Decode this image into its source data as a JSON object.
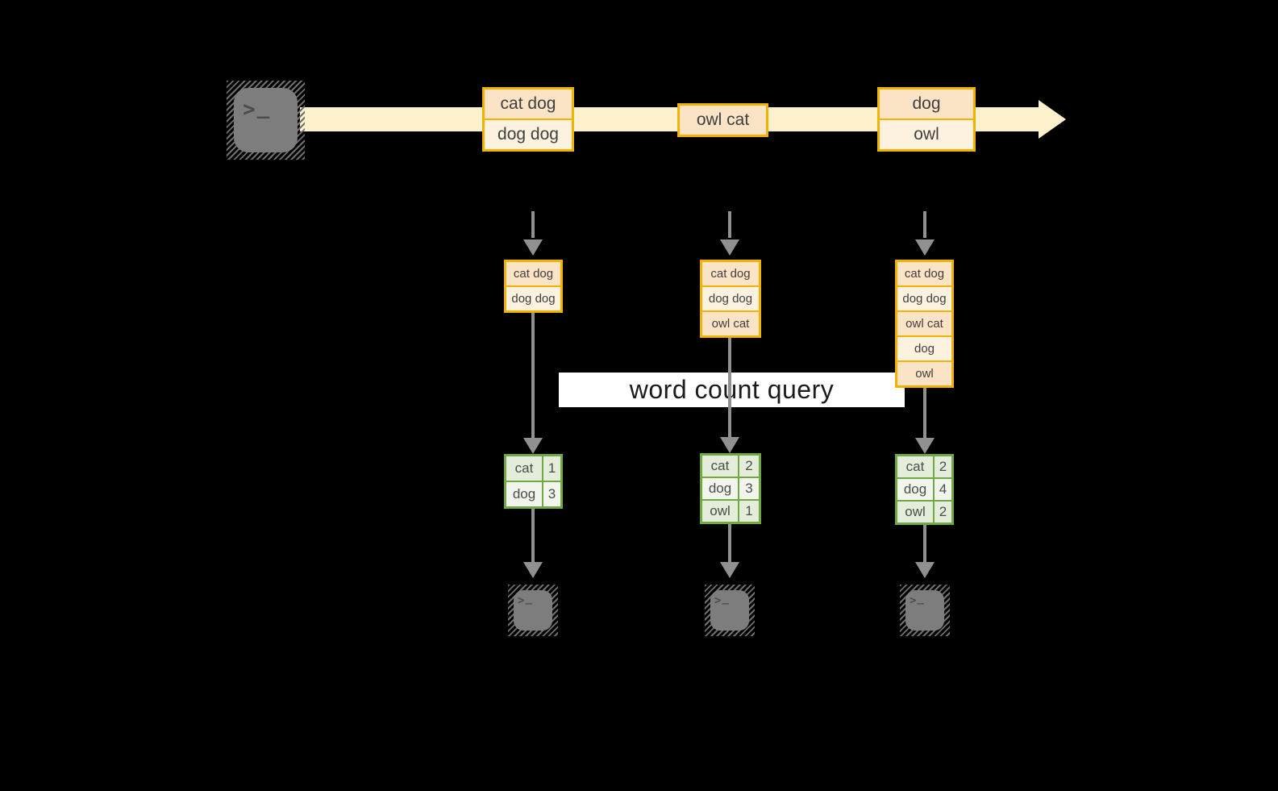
{
  "query": {
    "label": "word count query"
  },
  "icons": {
    "prompt": ">",
    "cursor": "_",
    "source": "terminal-icon",
    "sinks": "terminal-icon"
  },
  "colors": {
    "background": "#000000",
    "stream_band": "#fcf1cc",
    "record_border": "#f2b200",
    "record_fill_peach": "#fbe3c5",
    "record_fill_cream": "#fdf1df",
    "table_border": "#6fa844",
    "table_fill_dark": "#e4ecda",
    "table_fill_light": "#f1f5ec",
    "connector_gray": "#909090",
    "query_box": "#ffffff"
  },
  "stream": {
    "batches": [
      {
        "lines": [
          "cat dog",
          "dog dog"
        ]
      },
      {
        "lines": [
          "owl cat"
        ]
      },
      {
        "lines": [
          "dog",
          "owl"
        ]
      }
    ]
  },
  "columns": [
    {
      "batch_input": [
        "cat dog",
        "dog dog"
      ],
      "counts": [
        {
          "word": "cat",
          "count": "1"
        },
        {
          "word": "dog",
          "count": "3"
        }
      ]
    },
    {
      "batch_input": [
        "cat dog",
        "dog dog",
        "owl cat"
      ],
      "counts": [
        {
          "word": "cat",
          "count": "2"
        },
        {
          "word": "dog",
          "count": "3"
        },
        {
          "word": "owl",
          "count": "1"
        }
      ]
    },
    {
      "batch_input": [
        "cat dog",
        "dog dog",
        "owl cat",
        "dog",
        "owl"
      ],
      "counts": [
        {
          "word": "cat",
          "count": "2"
        },
        {
          "word": "dog",
          "count": "4"
        },
        {
          "word": "owl",
          "count": "2"
        }
      ]
    }
  ]
}
